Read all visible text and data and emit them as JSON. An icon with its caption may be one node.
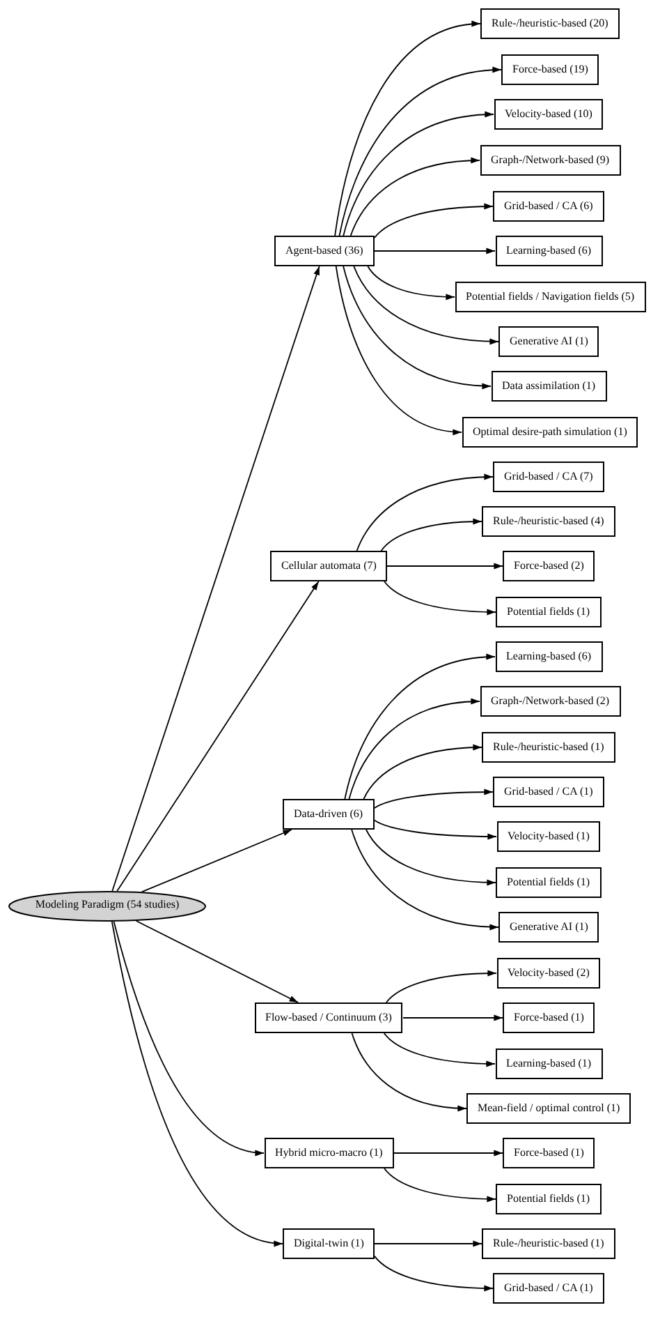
{
  "diagram": {
    "nodes": [
      {
        "text": [
          "Modeling Paradigm (54 studies)"
        ]
      },
      {
        "text": [
          "Agent-based (36)"
        ]
      },
      {
        "text": [
          "Rule-/heuristic-based (20)"
        ]
      },
      {
        "text": [
          "Force-based (19)"
        ]
      },
      {
        "text": [
          "Velocity-based (10)"
        ]
      },
      {
        "text": [
          "Graph-/Network-based (9)"
        ]
      },
      {
        "text": [
          "Grid-based / CA (6)"
        ]
      },
      {
        "text": [
          "Learning-based (6)"
        ]
      },
      {
        "text": [
          "Potential fields / Navigation fields (5)"
        ]
      },
      {
        "text": [
          "Generative AI (1)"
        ]
      },
      {
        "text": [
          "Data assimilation (1)"
        ]
      },
      {
        "text": [
          "Optimal desire-path simulation (1)"
        ]
      },
      {
        "text": [
          "Cellular automata (7)"
        ]
      },
      {
        "text": [
          "Grid-based / CA (7)"
        ]
      },
      {
        "text": [
          "Rule-/heuristic-based (4)"
        ]
      },
      {
        "text": [
          "Force-based (2)"
        ]
      },
      {
        "text": [
          "Potential fields (1)"
        ]
      },
      {
        "text": [
          "Data-driven (6)"
        ]
      },
      {
        "text": [
          "Learning-based (6)"
        ]
      },
      {
        "text": [
          "Graph-/Network-based (2)"
        ]
      },
      {
        "text": [
          "Rule-/heuristic-based (1)"
        ]
      },
      {
        "text": [
          "Grid-based / CA (1)"
        ]
      },
      {
        "text": [
          "Velocity-based (1)"
        ]
      },
      {
        "text": [
          "Potential fields (1)"
        ]
      },
      {
        "text": [
          "Generative AI (1)"
        ]
      },
      {
        "text": [
          "Flow-based / Continuum (3)"
        ]
      },
      {
        "text": [
          "Velocity-based (2)"
        ]
      },
      {
        "text": [
          "Force-based (1)"
        ]
      },
      {
        "text": [
          "Learning-based (1)"
        ]
      },
      {
        "text": [
          "Mean-field / optimal control (1)"
        ]
      },
      {
        "text": [
          "Hybrid micro-macro (1)"
        ]
      },
      {
        "text": [
          "Force-based (1)"
        ]
      },
      {
        "text": [
          "Potential fields (1)"
        ]
      },
      {
        "text": [
          "Digital-twin (1)"
        ]
      },
      {
        "text": [
          "Rule-/heuristic-based (1)"
        ]
      },
      {
        "text": [
          "Grid-based / CA (1)"
        ]
      }
    ],
    "edges": [
      {
        "from": 0,
        "to": 1,
        "arrow": "to"
      },
      {
        "from": 0,
        "to": 12,
        "arrow": "to"
      },
      {
        "from": 0,
        "to": 17,
        "arrow": "to"
      },
      {
        "from": 0,
        "to": 25,
        "arrow": "to"
      },
      {
        "from": 0,
        "to": 30,
        "arrow": "to"
      },
      {
        "from": 0,
        "to": 33,
        "arrow": "to"
      },
      {
        "from": 1,
        "to": 2,
        "arrow": "to"
      },
      {
        "from": 1,
        "to": 3,
        "arrow": "to"
      },
      {
        "from": 1,
        "to": 4,
        "arrow": "to"
      },
      {
        "from": 1,
        "to": 5,
        "arrow": "to"
      },
      {
        "from": 1,
        "to": 6,
        "arrow": "to"
      },
      {
        "from": 1,
        "to": 7,
        "arrow": "to"
      },
      {
        "from": 1,
        "to": 8,
        "arrow": "to"
      },
      {
        "from": 1,
        "to": 9,
        "arrow": "to"
      },
      {
        "from": 1,
        "to": 10,
        "arrow": "to"
      },
      {
        "from": 1,
        "to": 11,
        "arrow": "to"
      },
      {
        "from": 12,
        "to": 13,
        "arrow": "to"
      },
      {
        "from": 12,
        "to": 14,
        "arrow": "to"
      },
      {
        "from": 12,
        "to": 15,
        "arrow": "to"
      },
      {
        "from": 12,
        "to": 16,
        "arrow": "to"
      },
      {
        "from": 17,
        "to": 18,
        "arrow": "to"
      },
      {
        "from": 17,
        "to": 19,
        "arrow": "to"
      },
      {
        "from": 17,
        "to": 20,
        "arrow": "to"
      },
      {
        "from": 17,
        "to": 21,
        "arrow": "to"
      },
      {
        "from": 17,
        "to": 22,
        "arrow": "to"
      },
      {
        "from": 17,
        "to": 23,
        "arrow": "to"
      },
      {
        "from": 17,
        "to": 24,
        "arrow": "to"
      },
      {
        "from": 25,
        "to": 26,
        "arrow": "to"
      },
      {
        "from": 25,
        "to": 27,
        "arrow": "to"
      },
      {
        "from": 25,
        "to": 28,
        "arrow": "to"
      },
      {
        "from": 25,
        "to": 29,
        "arrow": "to"
      },
      {
        "from": 30,
        "to": 31,
        "arrow": "to"
      },
      {
        "from": 30,
        "to": 32,
        "arrow": "to"
      },
      {
        "from": 33,
        "to": 34,
        "arrow": "to"
      },
      {
        "from": 33,
        "to": 35,
        "arrow": "to"
      }
    ]
  }
}
